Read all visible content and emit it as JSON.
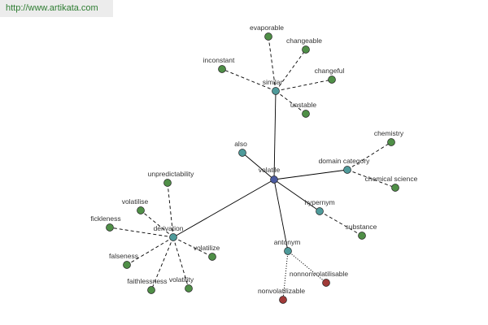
{
  "source_url": "http://www.artikata.com",
  "colors": {
    "center": "#4a5aa0",
    "relation": "#4e9a9a",
    "word": "#4f8f47",
    "antonym_word": "#a03a38"
  },
  "graph": {
    "center": {
      "id": "volatile",
      "label": "volatile"
    },
    "relations": [
      {
        "id": "similar",
        "label": "similar"
      },
      {
        "id": "also",
        "label": "also"
      },
      {
        "id": "domain_category",
        "label": "domain category"
      },
      {
        "id": "hypernym",
        "label": "hypernym"
      },
      {
        "id": "antonym",
        "label": "antonym"
      },
      {
        "id": "derivation",
        "label": "derivation"
      }
    ],
    "words": [
      {
        "id": "evaporable",
        "label": "evaporable",
        "parent": "similar"
      },
      {
        "id": "changeable",
        "label": "changeable",
        "parent": "similar"
      },
      {
        "id": "inconstant",
        "label": "inconstant",
        "parent": "similar"
      },
      {
        "id": "changeful",
        "label": "changeful",
        "parent": "similar"
      },
      {
        "id": "unstable",
        "label": "unstable",
        "parent": "similar"
      },
      {
        "id": "chemistry",
        "label": "chemistry",
        "parent": "domain_category"
      },
      {
        "id": "chemical_science",
        "label": "chemical science",
        "parent": "domain_category"
      },
      {
        "id": "substance",
        "label": "substance",
        "parent": "hypernym"
      },
      {
        "id": "nonnonvolatilisable",
        "label": "nonnonvolatilisable",
        "parent": "antonym"
      },
      {
        "id": "nonvolatilizable",
        "label": "nonvolatilizable",
        "parent": "antonym"
      },
      {
        "id": "unpredictability",
        "label": "unpredictability",
        "parent": "derivation"
      },
      {
        "id": "volatilise",
        "label": "volatilise",
        "parent": "derivation"
      },
      {
        "id": "fickleness",
        "label": "fickleness",
        "parent": "derivation"
      },
      {
        "id": "volatilize",
        "label": "volatilize",
        "parent": "derivation"
      },
      {
        "id": "falseness",
        "label": "falseness",
        "parent": "derivation"
      },
      {
        "id": "faithlessness",
        "label": "faithlessness",
        "parent": "derivation"
      },
      {
        "id": "volatility",
        "label": "volatility",
        "parent": "derivation"
      }
    ]
  }
}
